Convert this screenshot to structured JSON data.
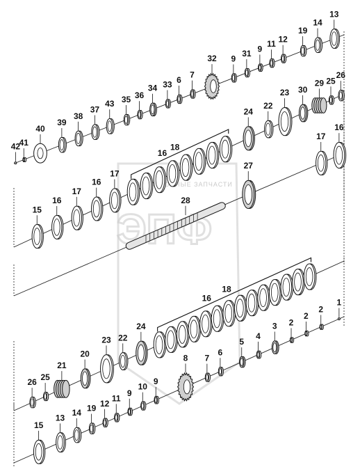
{
  "diagram": {
    "title": "",
    "watermark": {
      "logo_text": "ЭПФ",
      "caption": "ЭЛЕКТРОННЫЕ ЗАПЧАСТИ"
    },
    "rows": [
      {
        "id": "row1",
        "axis": [
          [
            20,
            235
          ],
          [
            495,
            50
          ]
        ],
        "frame_left": null,
        "frame_right": [
          495,
          45,
          495,
          210
        ],
        "parts": [
          {
            "label": "42",
            "t": 0.005,
            "r": 1.5,
            "kind": "pin"
          },
          {
            "label": "41",
            "t": 0.03,
            "r": 2,
            "kind": "ring"
          },
          {
            "label": "40",
            "t": 0.08,
            "r": 9,
            "kind": "flange"
          },
          {
            "label": "39",
            "t": 0.145,
            "r": 7,
            "kind": "ring"
          },
          {
            "label": "38",
            "t": 0.195,
            "r": 7,
            "kind": "ring"
          },
          {
            "label": "37",
            "t": 0.245,
            "r": 7,
            "kind": "ring"
          },
          {
            "label": "43",
            "t": 0.29,
            "r": 7,
            "kind": "ring"
          },
          {
            "label": "35",
            "t": 0.34,
            "r": 5,
            "kind": "ring"
          },
          {
            "label": "36",
            "t": 0.38,
            "r": 4,
            "kind": "ring"
          },
          {
            "label": "34",
            "t": 0.42,
            "r": 6,
            "kind": "bearing"
          },
          {
            "label": "33",
            "t": 0.465,
            "r": 4,
            "kind": "ring"
          },
          {
            "label": "6",
            "t": 0.5,
            "r": 4,
            "kind": "ring"
          },
          {
            "label": "7",
            "t": 0.54,
            "r": 4,
            "kind": "ring"
          },
          {
            "label": "32",
            "t": 0.6,
            "r": 12,
            "kind": "gear"
          },
          {
            "label": "9",
            "t": 0.665,
            "r": 4,
            "kind": "ring"
          },
          {
            "label": "31",
            "t": 0.705,
            "r": 4,
            "kind": "ring"
          },
          {
            "label": "9",
            "t": 0.745,
            "r": 3.5,
            "kind": "ring"
          },
          {
            "label": "11",
            "t": 0.78,
            "r": 4,
            "kind": "ring"
          },
          {
            "label": "12",
            "t": 0.815,
            "r": 4,
            "kind": "ring"
          },
          {
            "label": "19",
            "t": 0.875,
            "r": 5,
            "kind": "ring"
          },
          {
            "label": "14",
            "t": 0.92,
            "r": 7,
            "kind": "ring"
          },
          {
            "label": "13",
            "t": 0.97,
            "r": 9,
            "kind": "ring"
          }
        ]
      },
      {
        "id": "row2",
        "axis": [
          [
            20,
            355
          ],
          [
            495,
            135
          ]
        ],
        "frame_left": [
          20,
          270,
          20,
          355
        ],
        "frame_right": [
          495,
          130,
          495,
          290
        ],
        "parts": [
          {
            "label": "15",
            "t": 0.07,
            "r": 11,
            "kind": "ring"
          },
          {
            "label": "16",
            "t": 0.13,
            "r": 11,
            "kind": "ring"
          },
          {
            "label": "17",
            "t": 0.19,
            "r": 11,
            "kind": "ring"
          },
          {
            "label": "16",
            "t": 0.25,
            "r": 11,
            "kind": "ring"
          },
          {
            "label": "17",
            "t": 0.305,
            "r": 11,
            "kind": "ring"
          },
          {
            "label": "",
            "t": 0.36,
            "r": 12,
            "kind": "ring"
          },
          {
            "label": "",
            "t": 0.4,
            "r": 12,
            "kind": "ring"
          },
          {
            "label": "",
            "t": 0.44,
            "r": 12,
            "kind": "ring"
          },
          {
            "label": "",
            "t": 0.48,
            "r": 12,
            "kind": "ring"
          },
          {
            "label": "",
            "t": 0.52,
            "r": 12,
            "kind": "ring"
          },
          {
            "label": "",
            "t": 0.56,
            "r": 12,
            "kind": "ring"
          },
          {
            "label": "",
            "t": 0.6,
            "r": 12,
            "kind": "ring"
          },
          {
            "label": "",
            "t": 0.64,
            "r": 12,
            "kind": "ring"
          },
          {
            "label": "24",
            "t": 0.71,
            "r": 11,
            "kind": "bearing"
          },
          {
            "label": "22",
            "t": 0.77,
            "r": 8,
            "kind": "ring"
          },
          {
            "label": "23",
            "t": 0.82,
            "r": 13,
            "kind": "ring"
          },
          {
            "label": "30",
            "t": 0.875,
            "r": 8,
            "kind": "bearing"
          },
          {
            "label": "29",
            "t": 0.925,
            "r": 7,
            "kind": "spring"
          },
          {
            "label": "25",
            "t": 0.96,
            "r": 4,
            "kind": "ring"
          },
          {
            "label": "26",
            "t": 0.99,
            "r": 5,
            "kind": "ring"
          }
        ]
      },
      {
        "id": "row3",
        "axis": [
          [
            20,
            425
          ],
          [
            495,
            220
          ]
        ],
        "frame_left": [
          20,
          380,
          20,
          425
        ],
        "frame_right": [
          495,
          215,
          495,
          380
        ],
        "parts": [
          {
            "label": "28",
            "t": 0.52,
            "r": 6,
            "kind": "shaft"
          },
          {
            "label": "27",
            "t": 0.71,
            "r": 13,
            "kind": "bearing"
          },
          {
            "label": "17",
            "t": 0.93,
            "r": 11,
            "kind": "ring"
          },
          {
            "label": "16",
            "t": 0.985,
            "r": 12,
            "kind": "ring"
          }
        ]
      },
      {
        "id": "row4",
        "axis": [
          [
            20,
            590
          ],
          [
            495,
            375
          ]
        ],
        "frame_left": [
          20,
          490,
          20,
          590
        ],
        "frame_right": [
          495,
          370,
          495,
          470
        ],
        "parts": [
          {
            "label": "26",
            "t": 0.055,
            "r": 5,
            "kind": "ring"
          },
          {
            "label": "25",
            "t": 0.095,
            "r": 4,
            "kind": "ring"
          },
          {
            "label": "21",
            "t": 0.145,
            "r": 8,
            "kind": "spring"
          },
          {
            "label": "20",
            "t": 0.215,
            "r": 9,
            "kind": "bearing"
          },
          {
            "label": "23",
            "t": 0.28,
            "r": 13,
            "kind": "ring"
          },
          {
            "label": "22",
            "t": 0.33,
            "r": 8,
            "kind": "ring"
          },
          {
            "label": "24",
            "t": 0.385,
            "r": 11,
            "kind": "bearing"
          },
          {
            "label": "",
            "t": 0.44,
            "r": 12,
            "kind": "ring"
          },
          {
            "label": "",
            "t": 0.475,
            "r": 12,
            "kind": "ring"
          },
          {
            "label": "",
            "t": 0.51,
            "r": 12,
            "kind": "ring"
          },
          {
            "label": "",
            "t": 0.545,
            "r": 12,
            "kind": "ring"
          },
          {
            "label": "",
            "t": 0.58,
            "r": 12,
            "kind": "ring"
          },
          {
            "label": "",
            "t": 0.615,
            "r": 12,
            "kind": "ring"
          },
          {
            "label": "",
            "t": 0.65,
            "r": 12,
            "kind": "ring"
          },
          {
            "label": "",
            "t": 0.685,
            "r": 12,
            "kind": "ring"
          },
          {
            "label": "",
            "t": 0.72,
            "r": 12,
            "kind": "ring"
          },
          {
            "label": "",
            "t": 0.755,
            "r": 12,
            "kind": "ring"
          },
          {
            "label": "",
            "t": 0.79,
            "r": 12,
            "kind": "ring"
          },
          {
            "label": "",
            "t": 0.825,
            "r": 12,
            "kind": "ring"
          },
          {
            "label": "",
            "t": 0.86,
            "r": 12,
            "kind": "ring"
          },
          {
            "label": "",
            "t": 0.895,
            "r": 12,
            "kind": "ring"
          }
        ]
      },
      {
        "id": "row5",
        "axis": [
          [
            20,
            665
          ],
          [
            495,
            455
          ]
        ],
        "frame_left": [
          20,
          580,
          20,
          670
        ],
        "frame_right": null,
        "parts": [
          {
            "label": "15",
            "t": 0.075,
            "r": 11,
            "kind": "ring"
          },
          {
            "label": "13",
            "t": 0.14,
            "r": 9,
            "kind": "ring"
          },
          {
            "label": "14",
            "t": 0.19,
            "r": 7,
            "kind": "ring"
          },
          {
            "label": "19",
            "t": 0.235,
            "r": 5,
            "kind": "ring"
          },
          {
            "label": "12",
            "t": 0.275,
            "r": 4,
            "kind": "ring"
          },
          {
            "label": "11",
            "t": 0.31,
            "r": 4,
            "kind": "ring"
          },
          {
            "label": "9",
            "t": 0.35,
            "r": 3.5,
            "kind": "ring"
          },
          {
            "label": "10",
            "t": 0.39,
            "r": 4,
            "kind": "ring"
          },
          {
            "label": "9",
            "t": 0.43,
            "r": 3.5,
            "kind": "ring"
          },
          {
            "label": "8",
            "t": 0.52,
            "r": 13,
            "kind": "gear"
          },
          {
            "label": "7",
            "t": 0.585,
            "r": 4,
            "kind": "ring"
          },
          {
            "label": "6",
            "t": 0.625,
            "r": 4,
            "kind": "ring"
          },
          {
            "label": "5",
            "t": 0.69,
            "r": 5,
            "kind": "bearing"
          },
          {
            "label": "4",
            "t": 0.74,
            "r": 3.5,
            "kind": "ring"
          },
          {
            "label": "3",
            "t": 0.79,
            "r": 6,
            "kind": "bearing"
          },
          {
            "label": "2",
            "t": 0.84,
            "r": 2.5,
            "kind": "ring"
          },
          {
            "label": "2",
            "t": 0.885,
            "r": 2.5,
            "kind": "ring"
          },
          {
            "label": "2",
            "t": 0.93,
            "r": 2.5,
            "kind": "ring"
          },
          {
            "label": "1",
            "t": 0.985,
            "r": 1.5,
            "kind": "pin"
          }
        ]
      }
    ],
    "group_callouts": [
      {
        "label": "16",
        "row": "row2",
        "from": 0.355,
        "to": 0.65,
        "text_pos": "left"
      },
      {
        "label": "18",
        "row": "row2",
        "from": 0.355,
        "to": 0.65,
        "text_pos": "right"
      },
      {
        "label": "16",
        "row": "row4",
        "from": 0.435,
        "to": 0.9,
        "text_pos": "left"
      },
      {
        "label": "18",
        "row": "row4",
        "from": 0.435,
        "to": 0.9,
        "text_pos": "right"
      }
    ]
  }
}
